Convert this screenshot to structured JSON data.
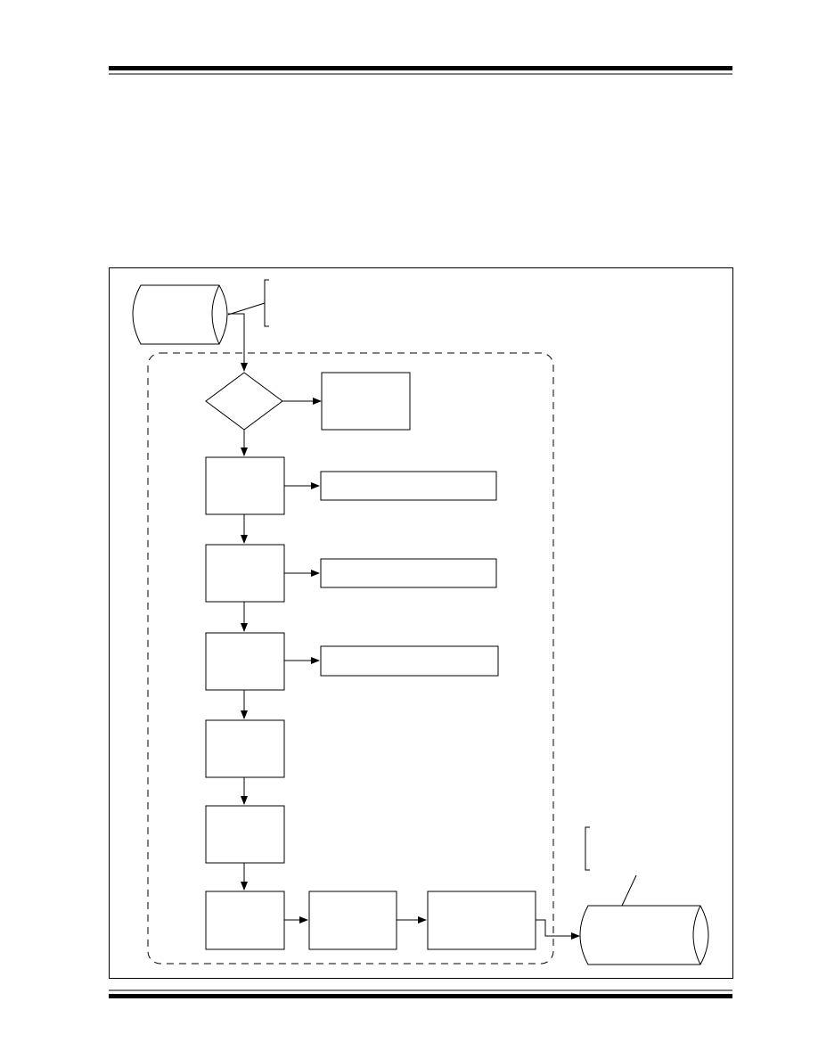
{
  "document": {
    "header_text": "",
    "footer_text": "",
    "figure_caption": ""
  },
  "diagram": {
    "type": "flowchart",
    "nodes": [
      {
        "id": "source-cylinder",
        "shape": "cylinder",
        "label": ""
      },
      {
        "id": "source-annotation",
        "shape": "bracket-note",
        "label": ""
      },
      {
        "id": "decision-1",
        "shape": "diamond",
        "label": ""
      },
      {
        "id": "decision-1-branch",
        "shape": "rect",
        "label": ""
      },
      {
        "id": "step-1",
        "shape": "rect",
        "label": ""
      },
      {
        "id": "step-1-output",
        "shape": "rect",
        "label": ""
      },
      {
        "id": "step-2",
        "shape": "rect",
        "label": ""
      },
      {
        "id": "step-2-output",
        "shape": "rect",
        "label": ""
      },
      {
        "id": "step-3",
        "shape": "rect",
        "label": ""
      },
      {
        "id": "step-3-output",
        "shape": "rect",
        "label": ""
      },
      {
        "id": "step-4",
        "shape": "rect",
        "label": ""
      },
      {
        "id": "step-5",
        "shape": "rect",
        "label": ""
      },
      {
        "id": "step-6",
        "shape": "rect",
        "label": ""
      },
      {
        "id": "step-7",
        "shape": "rect",
        "label": ""
      },
      {
        "id": "step-8",
        "shape": "rect",
        "label": ""
      },
      {
        "id": "target-cylinder",
        "shape": "cylinder",
        "label": ""
      },
      {
        "id": "target-annotation",
        "shape": "bracket-note",
        "label": ""
      }
    ],
    "edges": [
      {
        "from": "source-cylinder",
        "to": "decision-1"
      },
      {
        "from": "decision-1",
        "to": "decision-1-branch"
      },
      {
        "from": "decision-1",
        "to": "step-1"
      },
      {
        "from": "step-1",
        "to": "step-1-output"
      },
      {
        "from": "step-1",
        "to": "step-2"
      },
      {
        "from": "step-2",
        "to": "step-2-output"
      },
      {
        "from": "step-2",
        "to": "step-3"
      },
      {
        "from": "step-3",
        "to": "step-3-output"
      },
      {
        "from": "step-3",
        "to": "step-4"
      },
      {
        "from": "step-4",
        "to": "step-5"
      },
      {
        "from": "step-5",
        "to": "step-6"
      },
      {
        "from": "step-6",
        "to": "step-7"
      },
      {
        "from": "step-7",
        "to": "step-8"
      },
      {
        "from": "step-8",
        "to": "target-cylinder"
      }
    ],
    "colors": {
      "stroke": "#000000",
      "fill": "#ffffff"
    }
  }
}
